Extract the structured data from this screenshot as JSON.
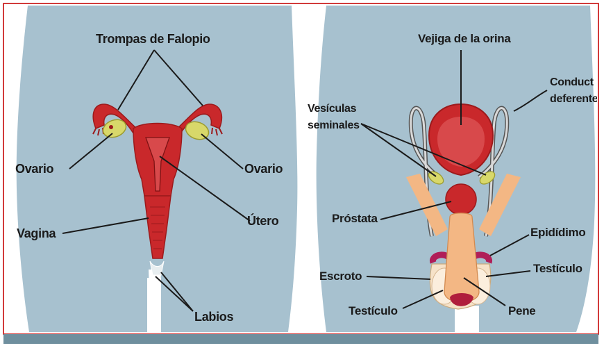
{
  "female": {
    "labels": {
      "fallopian_tubes": "Trompas de Falopio",
      "ovary_left": "Ovario",
      "ovary_right": "Ovario",
      "vagina": "Vagina",
      "uterus": "Útero",
      "labia": "Labios"
    }
  },
  "male": {
    "labels": {
      "bladder": "Vejiga de la orina",
      "vas_deferens_line1": "Conduct",
      "vas_deferens_line2": "deferente",
      "seminal_vesicles_line1": "Vesículas",
      "seminal_vesicles_line2": "seminales",
      "prostate": "Próstata",
      "epididymis": "Epidídimo",
      "testicle_right": "Testículo",
      "scrotum": "Escroto",
      "testicle_left": "Testículo",
      "penis": "Pene"
    }
  },
  "colors": {
    "frame_border": "#d23a3a",
    "body_fill": "#a7c1cf",
    "organ_red": "#c9282b",
    "organ_dark": "#9c1a1c",
    "ovary_yellow": "#d8d86a",
    "penis_tan": "#f3b784",
    "skin_light": "#f6e2c8",
    "bottom_bar": "#6f8f9e"
  }
}
